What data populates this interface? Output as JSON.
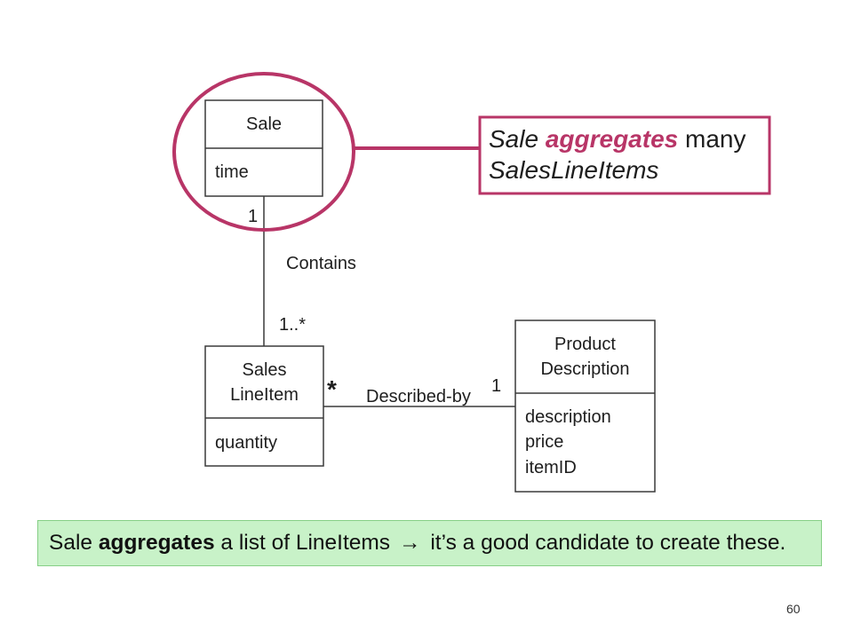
{
  "slide": {
    "page_number": "60"
  },
  "colors": {
    "highlight": "#B83567",
    "banner_background": "#C8F2C8",
    "banner_border": "#86CF86",
    "line": "#3A3A3A"
  },
  "diagram": {
    "sale": {
      "name": "Sale",
      "attributes": [
        "time"
      ]
    },
    "sales_line_item": {
      "name_lines": [
        "Sales",
        "LineItem"
      ],
      "attributes": [
        "quantity"
      ]
    },
    "product_description": {
      "name_lines": [
        "Product",
        "Description"
      ],
      "attributes": [
        "description",
        "price",
        "itemID"
      ]
    },
    "contains": {
      "label": "Contains",
      "sale_end": "1",
      "line_item_end": "1..*"
    },
    "described_by": {
      "label": "Described-by",
      "line_item_end": "*",
      "description_end": "1"
    }
  },
  "callout": {
    "subject": "Sale",
    "verb": "aggregates",
    "rest": "many",
    "object": "SalesLineItems"
  },
  "banner": {
    "subject": "Sale",
    "verb": "aggregates",
    "middle": "a list of LineItems",
    "arrow": "→",
    "conclusion": "it’s a good candidate to create these."
  }
}
